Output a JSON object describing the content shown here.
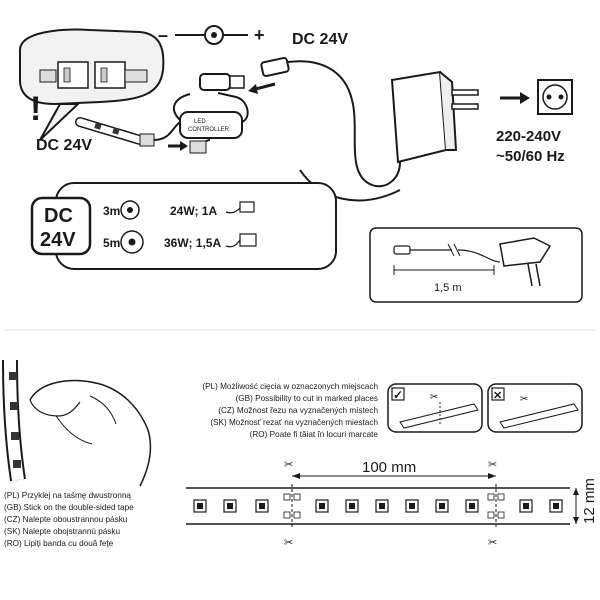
{
  "polarity": {
    "minus": "–",
    "plus": "+"
  },
  "top": {
    "dc_label_top": "DC 24V",
    "dc_label_left": "DC 24V",
    "controller_text_1": "LED",
    "controller_text_2": "CONTROLLER",
    "mains_line1": "220-240V",
    "mains_line2": "~50/60 Hz"
  },
  "power_table": {
    "badge_line1": "DC",
    "badge_line2": "24V",
    "rows": [
      {
        "length": "3m",
        "power": "24W; 1A"
      },
      {
        "length": "5m",
        "power": "36W; 1,5A"
      }
    ]
  },
  "cable": {
    "length_label": "1,5 m"
  },
  "cut_info": {
    "lines": [
      "(PL) Możliwość cięcia w oznaczonych miejscach",
      "(GB) Possibility to cut in marked places",
      "(CZ) Možnost řezu na vyznačených místech",
      "(SK) Možnosť rezať na vyznačených miestach",
      "(RO) Poate fi tăiat în locuri marcate"
    ],
    "ok_mark": "✓",
    "bad_mark": "✕"
  },
  "tape_info": {
    "lines": [
      "(PL) Przyklej na taśmę dwustronną",
      "(GB) Stick on the double-sided tape",
      "(CZ) Nalepte oboustrannou pásku",
      "(SK) Nalepte obojstrannú pásku",
      "(RO) Lipiți banda cu două fețe"
    ]
  },
  "strip_dims": {
    "cut_spacing": "100 mm",
    "width": "12 mm"
  },
  "warning": {
    "mark": "!"
  }
}
